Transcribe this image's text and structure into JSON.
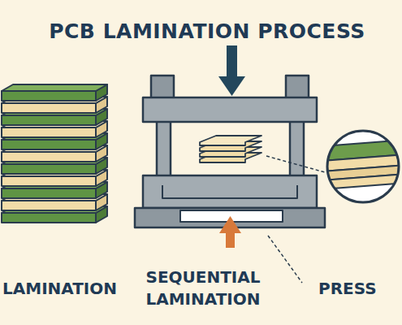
{
  "diagram": {
    "title": "PCB LAMINATION PROCESS",
    "labels": [
      "LAMINATION",
      "SEQUENTIAL LAMINATION",
      "PRESS"
    ]
  }
}
